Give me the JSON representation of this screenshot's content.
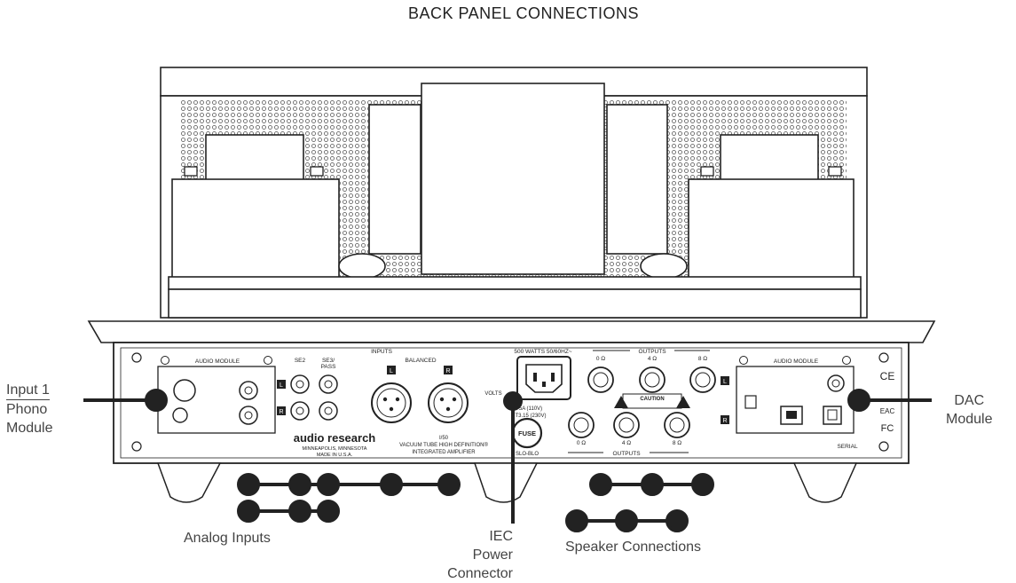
{
  "title": "BACK PANEL CONNECTIONS",
  "callouts": {
    "input1": [
      "Input 1",
      "Phono",
      "Module"
    ],
    "dac": [
      "DAC",
      "Module"
    ],
    "analog": "Analog Inputs",
    "iec": [
      "IEC",
      "Power",
      "Connector"
    ],
    "speaker": "Speaker Connections"
  },
  "panel": {
    "audio_module_left": "AUDIO MODULE",
    "audio_module_right": "AUDIO MODULE",
    "se2": "SE2",
    "se3": "SE3/",
    "pass": "PASS",
    "inputs": "INPUTS",
    "balanced": "BALANCED",
    "L": "L",
    "R": "R",
    "brand": "audio research",
    "city1": "MINNEAPOLIS, MINNESOTA",
    "city2": "MADE IN U.S.A.",
    "model": "I/50",
    "model_line1": "VACUUM TUBE HIGH DEFINITION®",
    "model_line2": "INTEGRATED AMPLIFIER",
    "power_rating": "500 WATTS 50/60HZ~",
    "volts": "VOLTS",
    "fuse_spec1": "5A (110V)",
    "fuse_spec2": "T3.15 (230V)",
    "slo_blo": "SLO-BLO",
    "fuse": "FUSE",
    "outputs_top": "OUTPUTS",
    "outputs_bottom": "OUTPUTS",
    "ohm0": "0 Ω",
    "ohm4": "4 Ω",
    "ohm8": "8 Ω",
    "caution": "CAUTION",
    "serial": "SERIAL",
    "ce": "CE",
    "fc": "FC",
    "eac": "EAC"
  }
}
